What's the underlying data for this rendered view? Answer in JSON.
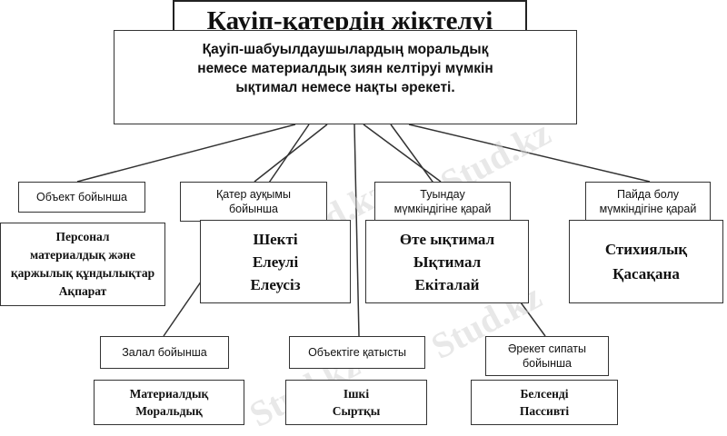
{
  "title": "Қауіп-қатердің жіктелуі",
  "definition": {
    "line1": "Қауіп-шабуылдаушылардың моральдық",
    "line2": "немесе материалдық зиян келтіруі мүмкін",
    "line3": "ықтимал немесе нақты әрекеті."
  },
  "categories": [
    {
      "label": "Объект бойынша",
      "items": [
        "Персонал",
        "материалдық және",
        "қаржылық құндылықтар",
        "Ақпарат"
      ]
    },
    {
      "label_line1": "Қатер ауқымы",
      "label_line2": "бойынша",
      "items": [
        "Шекті",
        "Елеулі",
        "Елеусіз"
      ]
    },
    {
      "label_line1": "Туындау",
      "label_line2": "мүмкіндігіне қарай",
      "items": [
        "Өте ықтимал",
        "Ықтимал",
        "Екіталай"
      ]
    },
    {
      "label_line1": "Пайда болу",
      "label_line2": "мүмкіндігіне қарай",
      "items": [
        "Стихиялық",
        "Қасақана"
      ]
    },
    {
      "label": "Залал бойынша",
      "items": [
        "Материалдық",
        "Моральдық"
      ]
    },
    {
      "label": "Объектіге қатысты",
      "items": [
        "Ішкі",
        "Сыртқы"
      ]
    },
    {
      "label_line1": "Әрекет сипаты",
      "label_line2": "бойынша",
      "items": [
        "Белсенді",
        "Пассивті"
      ]
    }
  ],
  "watermark": "Stud.kz"
}
